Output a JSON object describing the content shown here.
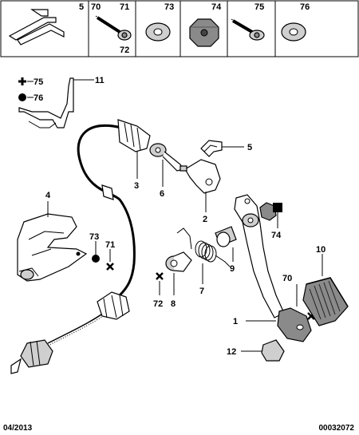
{
  "header_cells": [
    {
      "numbers": [
        "5"
      ]
    },
    {
      "numbers": [
        "70",
        "71",
        "72"
      ]
    },
    {
      "numbers": [
        "73"
      ]
    },
    {
      "numbers": [
        "74"
      ]
    },
    {
      "numbers": [
        "75"
      ]
    },
    {
      "numbers": [
        "76"
      ]
    }
  ],
  "callouts": {
    "c1": "1",
    "c2": "2",
    "c3": "3",
    "c4": "4",
    "c5": "5",
    "c6": "6",
    "c7": "7",
    "c8": "8",
    "c9": "9",
    "c10": "10",
    "c11": "11",
    "c12": "12",
    "c70": "70",
    "c71": "71",
    "c72": "72",
    "c73": "73",
    "c74": "74",
    "c75": "75",
    "c76": "76"
  },
  "footer": {
    "date": "04/2013",
    "reference": "00032072"
  }
}
